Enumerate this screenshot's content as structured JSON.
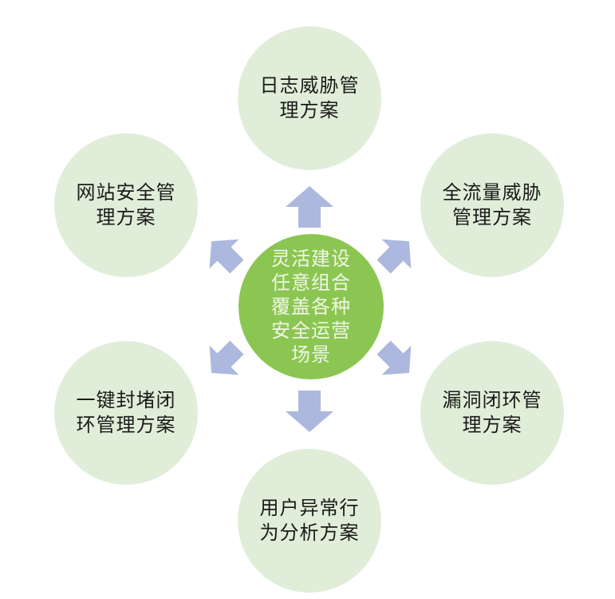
{
  "diagram": {
    "title": "security-operation-scenarios-diagram",
    "center": {
      "text": "灵活建设\n任意组合\n覆盖各种\n安全运营\n场景",
      "bg_color": "#8cc652",
      "text_color": "#eff7e4"
    },
    "nodes": [
      {
        "id": "top",
        "text": "日志威胁管\n理方案"
      },
      {
        "id": "top-left",
        "text": "网站安全管\n理方案"
      },
      {
        "id": "top-right",
        "text": "全流量威胁\n管理方案"
      },
      {
        "id": "bottom-left",
        "text": "一键封堵闭\n环管理方案"
      },
      {
        "id": "bottom-right",
        "text": "漏洞闭环管\n理方案"
      },
      {
        "id": "bottom",
        "text": "用户异常行\n为分析方案"
      }
    ],
    "node_bg_color": "#e0eed9",
    "node_text_color": "#1a1a1a",
    "arrow_color": "#acb8dd",
    "background_color": "#ffffff",
    "arrow_directions": [
      "up",
      "up-left",
      "up-right",
      "down-left",
      "down-right",
      "down"
    ]
  }
}
